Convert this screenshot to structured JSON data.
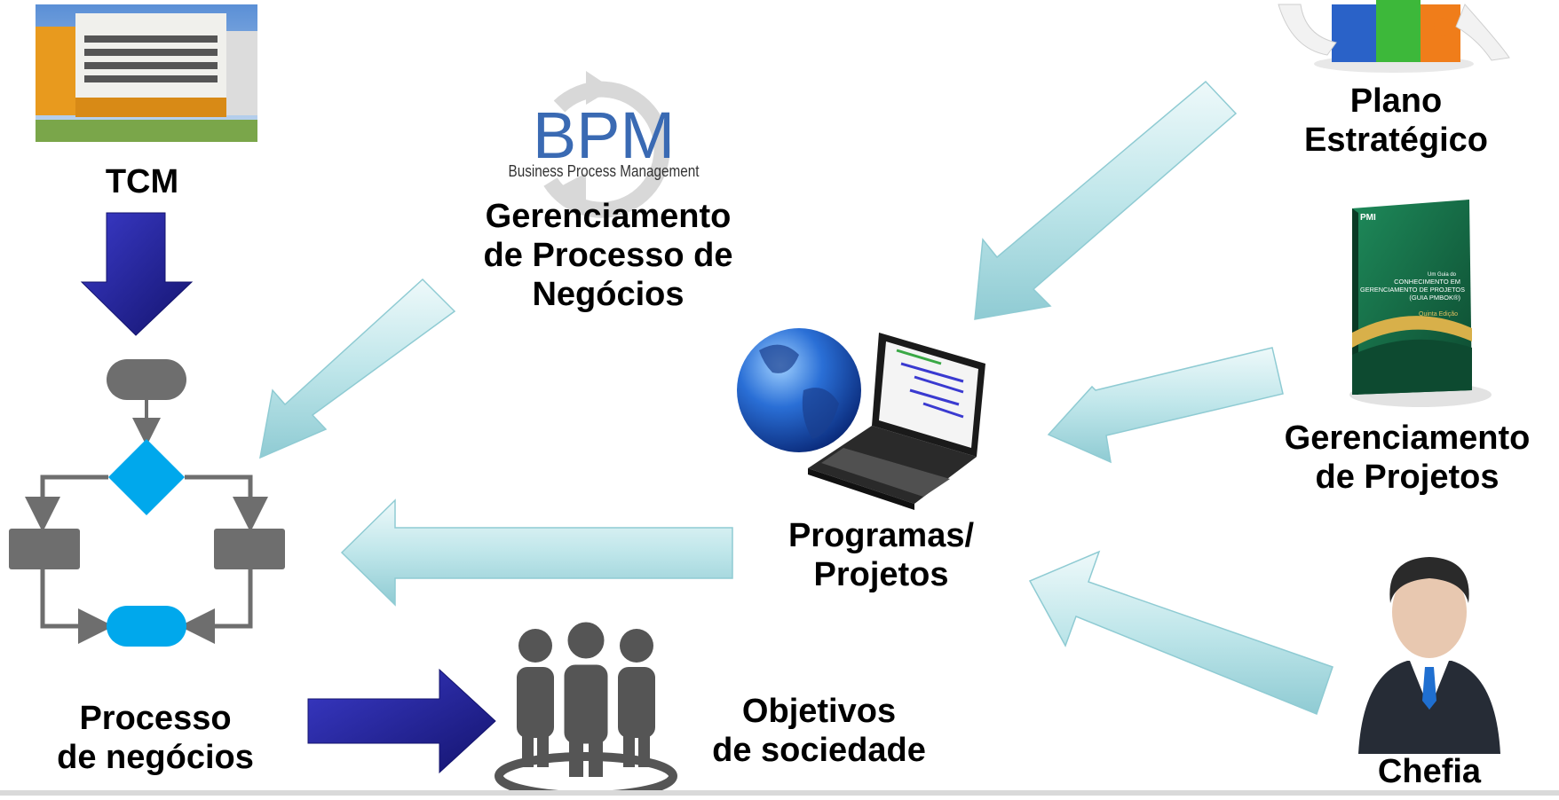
{
  "diagram": {
    "nodes": {
      "tcm": {
        "label": "TCM"
      },
      "bpm": {
        "logo_text": "BPM",
        "logo_subtitle": "Business Process Management",
        "label_lines": [
          "Gerenciamento",
          "de Processo de",
          "Negócios"
        ]
      },
      "plano": {
        "label_lines": [
          "Plano",
          "Estratégico"
        ]
      },
      "gerenciamento_projetos": {
        "label_lines": [
          "Gerenciamento",
          "de Projetos"
        ],
        "book_lines": [
          "Um Guia do",
          "CONHECIMENTO EM",
          "GERENCIAMENTO DE PROJETOS",
          "(GUIA PMBOK®)",
          "Quinta Edição"
        ],
        "book_logo": "PMI"
      },
      "programas": {
        "label_lines": [
          "Programas/",
          "Projetos"
        ]
      },
      "processo": {
        "label_lines": [
          "Processo",
          "de negócios"
        ]
      },
      "objetivos": {
        "label_lines": [
          "Objetivos",
          "de sociedade"
        ]
      },
      "chefia": {
        "label": "Chefia"
      }
    },
    "edges": [
      {
        "from": "tcm",
        "to": "processo",
        "style": "solid-blue"
      },
      {
        "from": "bpm",
        "to": "processo",
        "style": "light-cyan"
      },
      {
        "from": "programas",
        "to": "processo",
        "style": "light-cyan"
      },
      {
        "from": "processo",
        "to": "objetivos",
        "style": "solid-blue"
      },
      {
        "from": "plano",
        "to": "programas",
        "style": "light-cyan"
      },
      {
        "from": "gerenciamento_projetos",
        "to": "programas",
        "style": "light-cyan"
      },
      {
        "from": "chefia",
        "to": "programas",
        "style": "light-cyan"
      }
    ]
  },
  "colors": {
    "arrow_blue": "#24249a",
    "arrow_cyan": "#bfe6ea",
    "flow_gray": "#6e6e6e",
    "flow_cyan": "#00a8ec",
    "bpm_blue": "#3a6ab3",
    "people_gray": "#555555"
  }
}
